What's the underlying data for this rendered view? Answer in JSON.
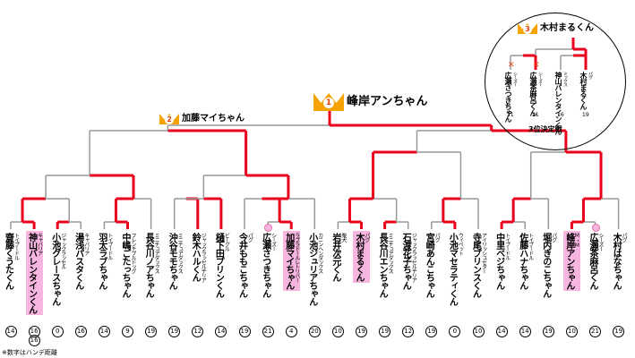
{
  "champion": {
    "rank": "1",
    "name": "峰岸アンちゃん"
  },
  "runner_up": {
    "rank": "2",
    "name": "加藤マイちゃん"
  },
  "third_place": {
    "rank": "3",
    "name": "木村まるくん",
    "title": "3位決定戦",
    "players": [
      {
        "breed": "シーズー",
        "name": "広瀬さつきちゃん",
        "dist": "21",
        "lost": true
      },
      {
        "breed": "シーズー",
        "name": "広瀬茶麻呂くん",
        "dist": "21",
        "lost": true
      },
      {
        "breed": "ミックス",
        "name": "神山バレンタインくん",
        "dist": "16",
        "lost": false
      },
      {
        "breed": "パグ",
        "name": "木村まるくん",
        "dist": "19",
        "lost": false,
        "winner": true
      }
    ]
  },
  "players": [
    {
      "breed": "トイプードル",
      "name": "齋藤くうたくん",
      "dist": "14",
      "highlight": false
    },
    {
      "breed": "キャバリア",
      "name": "神山バレンタインくん",
      "dist": "16",
      "highlight": true,
      "sub": "16"
    },
    {
      "breed": "ジャックラッセル",
      "name": "小池グレースちゃん",
      "dist": "0",
      "highlight": false
    },
    {
      "breed": "キャバリア",
      "name": "湯浅パスタくん",
      "dist": "16",
      "highlight": false
    },
    {
      "breed": "トイプードル",
      "name": "羽太ラブちゃん",
      "dist": "14",
      "highlight": false
    },
    {
      "breed": "フレンチブルドッグ",
      "name": "中嶋ごたっちゃん",
      "dist": "9",
      "highlight": false
    },
    {
      "breed": "ミニチュアダックス",
      "name": "長谷川ノアちゃん",
      "dist": "19",
      "highlight": false
    },
    {
      "breed": "ミニチュアダックス",
      "name": "沖谷モモちゃん",
      "dist": "19",
      "highlight": false
    },
    {
      "breed": "ジャックラッセルテリア",
      "name": "鈴木ハルくん",
      "dist": "12",
      "highlight": false
    },
    {
      "breed": "ビーグル",
      "name": "樋下田プリンくん",
      "dist": "14",
      "highlight": false
    },
    {
      "breed": "パグ",
      "name": "今井ももこちゃん",
      "dist": "19",
      "highlight": false
    },
    {
      "breed": "シーズー",
      "name": "広瀬さつきちゃん",
      "dist": "21",
      "highlight": false,
      "mark": true
    },
    {
      "breed": "ラブラドールレトリバー",
      "name": "加藤マイちゃん",
      "dist": "4",
      "highlight": true
    },
    {
      "breed": "カニンヘンダックス",
      "name": "小池ジュリアちゃん",
      "dist": "20",
      "highlight": false
    },
    {
      "breed": "柴犬",
      "name": "岩井次元くん",
      "dist": "10",
      "highlight": false
    },
    {
      "breed": "パグ",
      "name": "木村まるくん",
      "dist": "19",
      "highlight": true
    },
    {
      "breed": "ミニチュアダックス",
      "name": "長谷川エンちゃん",
      "dist": "19",
      "highlight": false
    },
    {
      "breed": "ジャックラッセルテリア",
      "name": "石渡花子ちゃん",
      "dist": "12",
      "highlight": false
    },
    {
      "breed": "パグ",
      "name": "宮崎あんこちゃん",
      "dist": "19",
      "highlight": false
    },
    {
      "breed": "ウィペット",
      "name": "小池マセラティくん",
      "dist": "0",
      "highlight": false
    },
    {
      "breed": "アイリッシュセター",
      "name": "寺尾プリンスくん",
      "dist": "10",
      "highlight": false
    },
    {
      "breed": "トイプードル",
      "name": "中里ベジちゃん",
      "dist": "14",
      "highlight": false
    },
    {
      "breed": "トイプードル",
      "name": "佐藤ハナちゃん",
      "dist": "14",
      "highlight": false
    },
    {
      "breed": "パグ",
      "name": "堀内きのこちゃん",
      "dist": "19",
      "highlight": false
    },
    {
      "breed": "M・M",
      "name": "峰岸アンちゃん",
      "dist": "10",
      "highlight": true
    },
    {
      "breed": "シーズー",
      "name": "広瀬茶麻呂くん",
      "dist": "21",
      "highlight": false,
      "mark": true
    },
    {
      "breed": "パグ",
      "name": "木村はなちゃん",
      "dist": "19",
      "highlight": false
    }
  ],
  "footnote": "※数字はハンデ距離",
  "colors": {
    "win_line": "#e8001c",
    "line": "#999999",
    "highlight": "#f7b6e0",
    "crown": "#f5a300"
  }
}
